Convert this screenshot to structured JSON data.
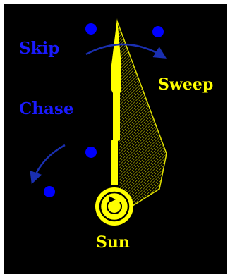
{
  "colors": {
    "background": "#000000",
    "motion_labels": "#1a1aff",
    "dots": "#0000ff",
    "arrows": "#1a2fb0",
    "hand_and_sun": "#ffff00",
    "sweep_hatch": "#8c8c00"
  },
  "labels": {
    "skip": "Skip",
    "sweep": "Sweep",
    "chase": "Chase",
    "sun": "Sun"
  }
}
